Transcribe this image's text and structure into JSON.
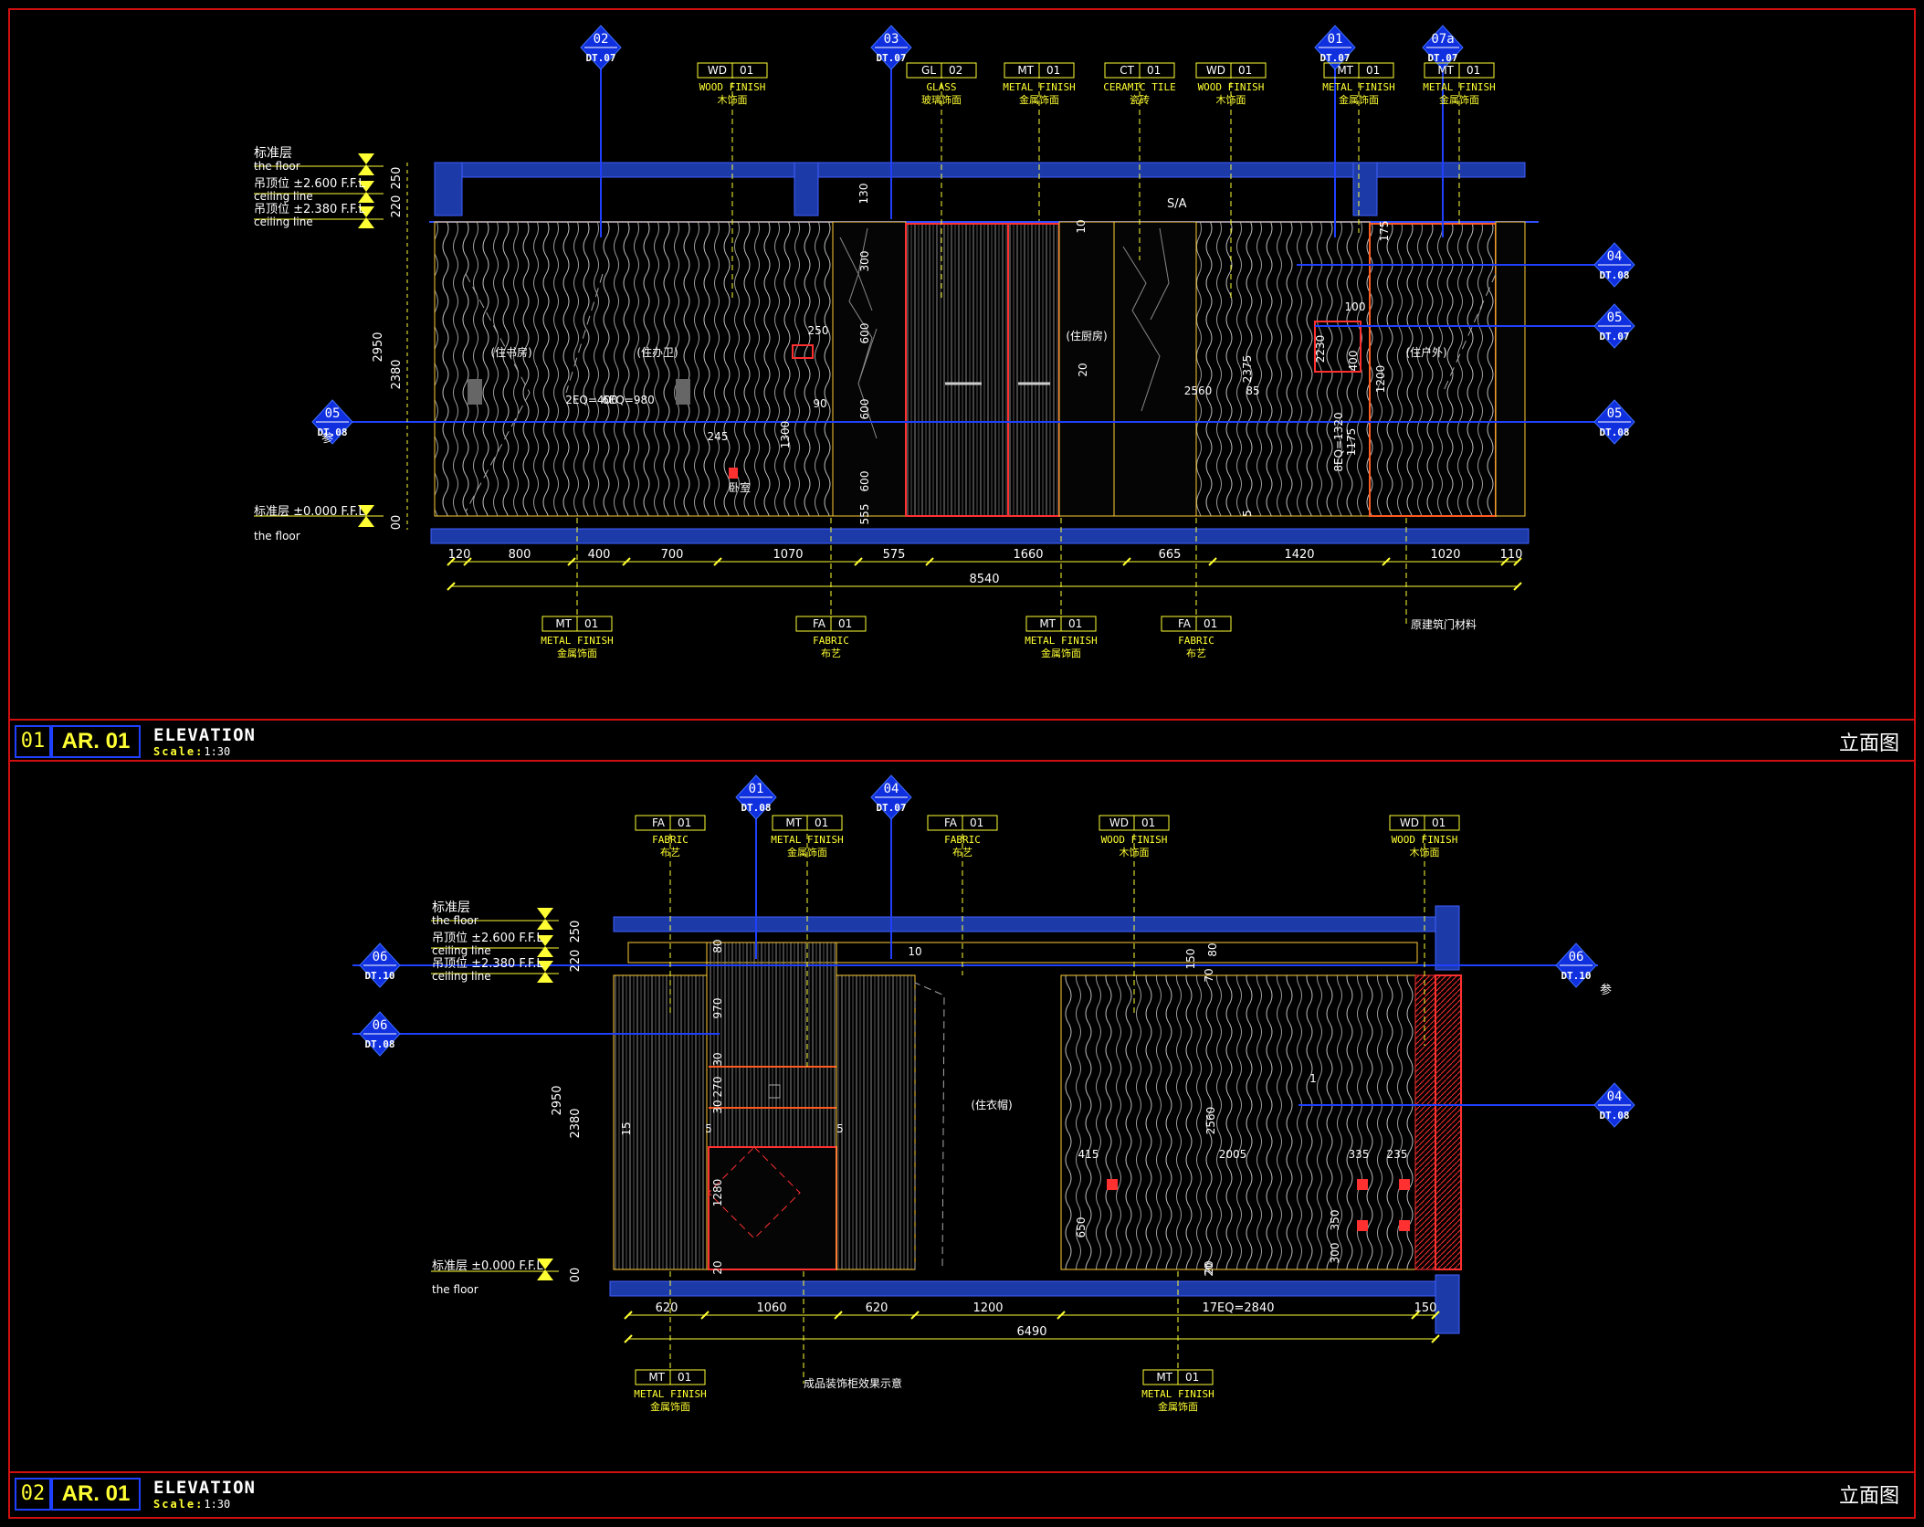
{
  "panels": [
    {
      "number": "01",
      "sheet": "AR. 01",
      "title": "ELEVATION",
      "scale_label": "Scale:",
      "scale_value": "1:30",
      "title_cn": "立面图",
      "levels": {
        "top1": "标准层",
        "top1_en": "the floor",
        "ceil1": "吊顶位 ±2.600 F.F.L",
        "ceil1_en": "ceiling line",
        "ceil2": "吊顶位 ±2.380 F.F.L",
        "ceil2_en": "ceiling line",
        "floor": "标准层 ±0.000 F.F.L",
        "floor_en": "the floor"
      },
      "section_markers": [
        {
          "num": "02",
          "ref": "DT.07"
        },
        {
          "num": "03",
          "ref": "DT.07"
        },
        {
          "num": "01",
          "ref": "DT.07"
        },
        {
          "num": "07a",
          "ref": "DT.07"
        },
        {
          "num": "04",
          "ref": "DT.08"
        },
        {
          "num": "05",
          "ref": "DT.07"
        },
        {
          "num": "05",
          "ref": "DT.08"
        },
        {
          "num": "05",
          "ref": "DT.08"
        }
      ],
      "tags_top": [
        {
          "code": "WD",
          "num": "01",
          "en": "WOOD FINISH",
          "cn": "木饰面"
        },
        {
          "code": "GL",
          "num": "02",
          "en": "GLASS",
          "cn": "玻璃饰面"
        },
        {
          "code": "MT",
          "num": "01",
          "en": "METAL FINISH",
          "cn": "金属饰面"
        },
        {
          "code": "CT",
          "num": "01",
          "en": "CERAMIC TILE",
          "cn": "瓷砖"
        },
        {
          "code": "WD",
          "num": "01",
          "en": "WOOD FINISH",
          "cn": "木饰面"
        },
        {
          "code": "MT",
          "num": "01",
          "en": "METAL FINISH",
          "cn": "金属饰面"
        },
        {
          "code": "MT",
          "num": "01",
          "en": "METAL FINISH",
          "cn": "金属饰面"
        }
      ],
      "tags_bottom": [
        {
          "code": "MT",
          "num": "01",
          "en": "METAL FINISH",
          "cn": "金属饰面"
        },
        {
          "code": "FA",
          "num": "01",
          "en": "FABRIC",
          "cn": "布艺"
        },
        {
          "code": "MT",
          "num": "01",
          "en": "METAL FINISH",
          "cn": "金属饰面"
        },
        {
          "code": "FA",
          "num": "01",
          "en": "FABRIC",
          "cn": "布艺"
        }
      ],
      "note_bottom": "原建筑门材料",
      "room_labels": [
        "住书房",
        "住办卫",
        "住厨房",
        "住户外"
      ],
      "dims_h": [
        "120",
        "800",
        "400",
        "700",
        "1070",
        "575",
        "1660",
        "665",
        "1420",
        "1020",
        "110"
      ],
      "dim_total": "8540",
      "dims_v": [
        "250",
        "220",
        "2950",
        "2380",
        "00"
      ],
      "dims_inner": [
        "2EQ=400",
        "6EQ=980",
        "245",
        "90",
        "250",
        "1300",
        "300",
        "600",
        "600",
        "600",
        "555",
        "20",
        "2375",
        "2560",
        "85",
        "8EQ=1320",
        "1175",
        "1200",
        "2230",
        "400",
        "100",
        "175",
        "130",
        "10",
        "5",
        "20"
      ],
      "side_labels": [
        "参",
        "卧室"
      ],
      "symbol_sa": "S/A"
    },
    {
      "number": "02",
      "sheet": "AR. 01",
      "title": "ELEVATION",
      "scale_label": "Scale:",
      "scale_value": "1:30",
      "title_cn": "立面图",
      "levels": {
        "top1": "标准层",
        "top1_en": "the floor",
        "ceil1": "吊顶位 ±2.600 F.F.L",
        "ceil1_en": "ceiling line",
        "ceil2": "吊顶位 ±2.380 F.F.L",
        "ceil2_en": "ceiling line",
        "floor": "标准层 ±0.000 F.F.L",
        "floor_en": "the floor"
      },
      "section_markers": [
        {
          "num": "01",
          "ref": "DT.08"
        },
        {
          "num": "04",
          "ref": "DT.07"
        },
        {
          "num": "06",
          "ref": "DT.10"
        },
        {
          "num": "06",
          "ref": "DT.08"
        },
        {
          "num": "06",
          "ref": "DT.10"
        },
        {
          "num": "04",
          "ref": "DT.08"
        }
      ],
      "tags_top": [
        {
          "code": "FA",
          "num": "01",
          "en": "FABRIC",
          "cn": "布艺"
        },
        {
          "code": "MT",
          "num": "01",
          "en": "METAL FINISH",
          "cn": "金属饰面"
        },
        {
          "code": "FA",
          "num": "01",
          "en": "FABRIC",
          "cn": "布艺"
        },
        {
          "code": "WD",
          "num": "01",
          "en": "WOOD FINISH",
          "cn": "木饰面"
        },
        {
          "code": "WD",
          "num": "01",
          "en": "WOOD FINISH",
          "cn": "木饰面"
        }
      ],
      "tags_bottom": [
        {
          "code": "MT",
          "num": "01",
          "en": "METAL FINISH",
          "cn": "金属饰面"
        },
        {
          "code": "MT",
          "num": "01",
          "en": "METAL FINISH",
          "cn": "金属饰面"
        }
      ],
      "note_bottom": "成品装饰柜效果示意",
      "room_labels": [
        "住衣帽"
      ],
      "dims_h": [
        "620",
        "1060",
        "620",
        "1200",
        "17EQ=2840",
        "150"
      ],
      "dim_total": "6490",
      "dims_v": [
        "250",
        "220",
        "2950",
        "2380",
        "00"
      ],
      "dims_inner": [
        "80",
        "970",
        "30",
        "270",
        "30",
        "15",
        "5",
        "5",
        "1280",
        "20",
        "10",
        "150",
        "80",
        "70",
        "20",
        "415",
        "2005",
        "335",
        "235",
        "650",
        "350",
        "300",
        "2560",
        "20",
        "1"
      ],
      "side_labels": [
        "参"
      ]
    }
  ]
}
